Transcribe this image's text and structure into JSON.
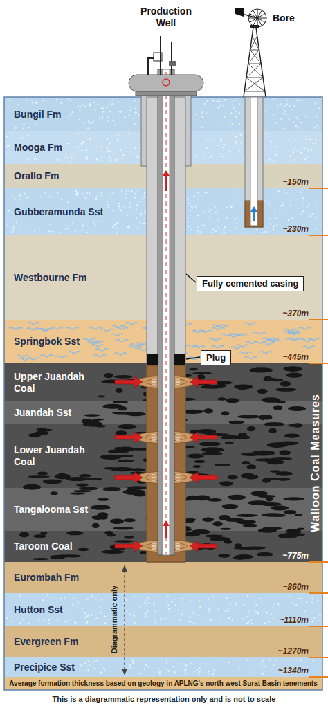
{
  "diagram": {
    "caption": "This is a diagrammatic representation only and is not to scale",
    "nodes": [
      {
        "text": [
          "Bungil Fm"
        ]
      },
      {
        "text": [
          "Mooga Fm"
        ]
      },
      {
        "text": [
          "Orallo Fm"
        ]
      },
      {
        "text": [
          "Gubberamunda Sst"
        ]
      },
      {
        "text": [
          "Westbourne Fm"
        ]
      },
      {
        "text": [
          "Springbok Sst"
        ]
      },
      {
        "text": [
          "Walloon Coal Measures"
        ]
      },
      {
        "text": [
          "Upper Juandah Coal"
        ],
        "in": 6
      },
      {
        "text": [
          "Juandah Sst"
        ],
        "in": 6
      },
      {
        "text": [
          "Lower Juandah Coal"
        ],
        "in": 6
      },
      {
        "text": [
          "Tangalooma Sst"
        ],
        "in": 6
      },
      {
        "text": [
          "Taroom Coal"
        ],
        "in": 6
      },
      {
        "text": [
          "Eurombah Fm"
        ]
      },
      {
        "text": [
          "Hutton Sst"
        ]
      },
      {
        "text": [
          "Evergreen Fm"
        ]
      },
      {
        "text": [
          "Precipice Sst"
        ]
      },
      {
        "text": [
          "Average formation thickness based on geology in APLNG's north west Surat Basin tenements"
        ]
      },
      {
        "text": [
          "Fully cemented casing"
        ]
      },
      {
        "text": [
          "Plug"
        ]
      }
    ],
    "labels": [
      "Production Well",
      "Bore",
      "~150m",
      "~230m",
      "~370m",
      "~445m",
      "~775m",
      "~860m",
      "~1110m",
      "~1270m",
      "~1340m",
      "Diagrammatic only"
    ]
  }
}
